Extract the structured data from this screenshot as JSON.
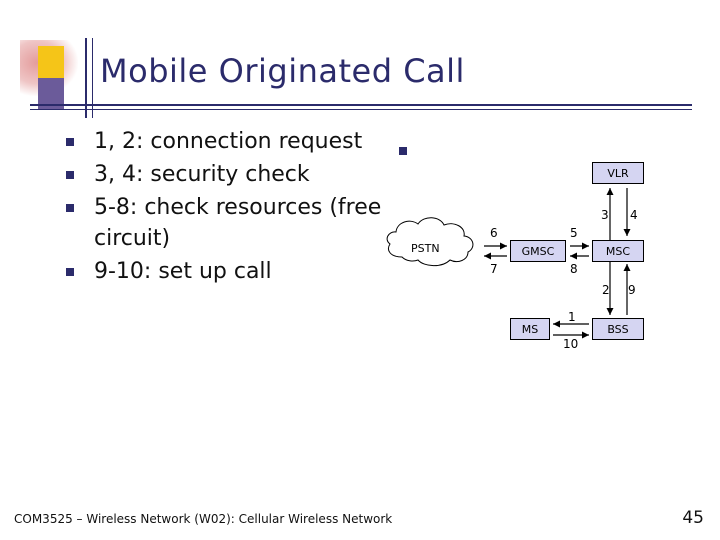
{
  "slide": {
    "title": "Mobile Originated Call",
    "footer": "COM3525 – Wireless Network (W02): Cellular Wireless Network",
    "page_number": "45"
  },
  "bullets": [
    {
      "text": "1, 2: connection request"
    },
    {
      "text": "3, 4: security check"
    },
    {
      "text": "5-8: check resources (free circuit)"
    },
    {
      "text": "9-10: set up call"
    }
  ],
  "diagram": {
    "nodes": {
      "vlr": "VLR",
      "msc": "MSC",
      "gmsc": "GMSC",
      "bss": "BSS",
      "ms": "MS",
      "pstn": "PSTN"
    },
    "labels": {
      "n1": "1",
      "n2": "2",
      "n3": "3",
      "n4": "4",
      "n5": "5",
      "n6": "6",
      "n7": "7",
      "n8": "8",
      "n9": "9",
      "n10": "10"
    }
  },
  "colors": {
    "title": "#2b2b6b",
    "node_fill": "#d5d5f2",
    "accent_yellow": "#f5c518",
    "accent_purple": "#6b5b9a"
  }
}
